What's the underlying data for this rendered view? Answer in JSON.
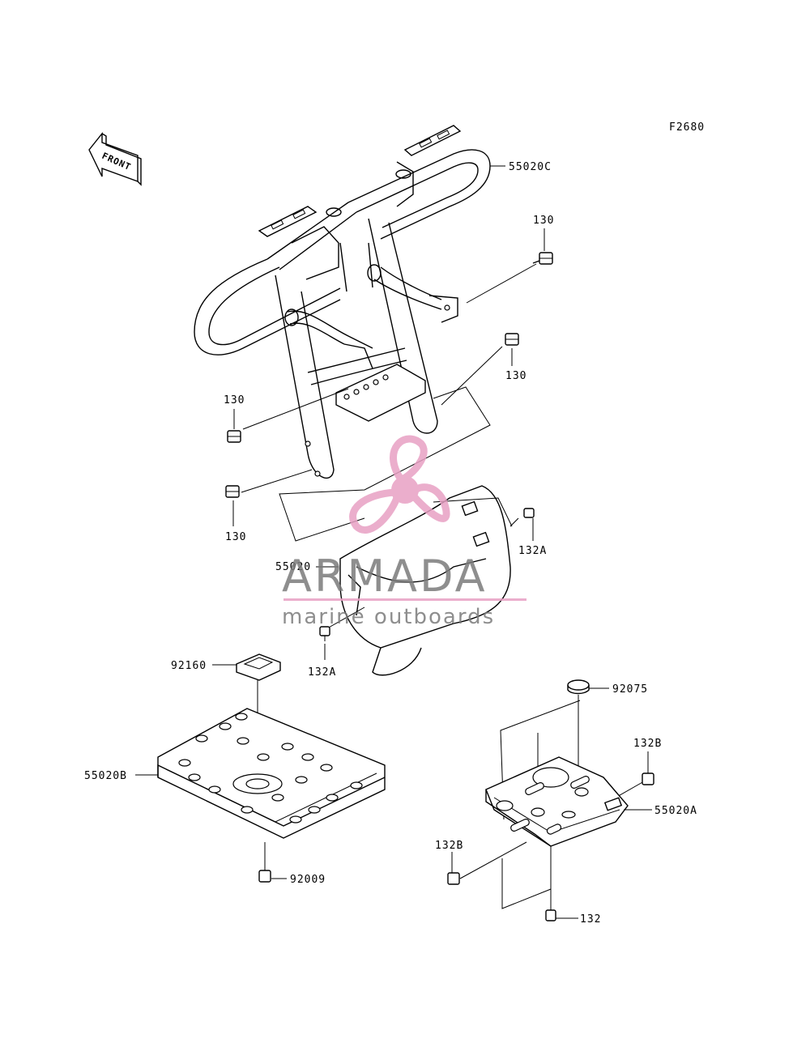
{
  "diagram": {
    "code": "F2680",
    "front_label": "FRONT",
    "callouts": {
      "c55020C": "55020C",
      "c130_top": "130",
      "c130_mid": "130",
      "c130_left1": "130",
      "c130_left2": "130",
      "c132A_r": "132A",
      "c55020": "55020",
      "c132A_l": "132A",
      "c92160": "92160",
      "c55020B": "55020B",
      "c92009": "92009",
      "c92075": "92075",
      "c132B_r": "132B",
      "c55020A": "55020A",
      "c132B_l": "132B",
      "c132": "132"
    }
  },
  "watermark": {
    "title": "ARMADA",
    "subtitle": "marine outboards",
    "accent": "#e8a0c4",
    "text_color": "#7b7b7b"
  }
}
